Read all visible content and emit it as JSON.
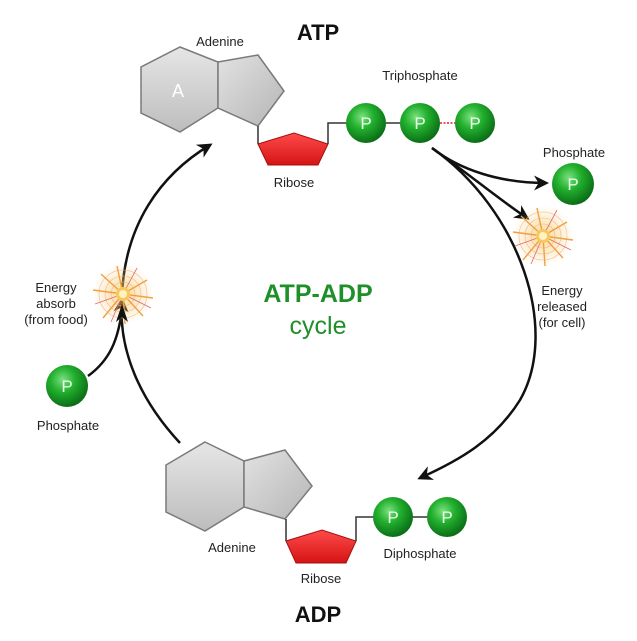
{
  "diagram": {
    "title_atp": "ATP",
    "title_adp": "ADP",
    "center_title": "ATP-ADP",
    "center_subtitle": "cycle",
    "atp": {
      "adenine_label": "Adenine",
      "adenine_letter": "A",
      "ribose_label": "Ribose",
      "phosphate_group_label": "Triphosphate",
      "phosphates": [
        "P",
        "P",
        "P"
      ]
    },
    "adp": {
      "adenine_label": "Adenine",
      "ribose_label": "Ribose",
      "phosphate_group_label": "Diphosphate",
      "phosphates": [
        "P",
        "P"
      ]
    },
    "released": {
      "phosphate_label": "Phosphate",
      "phosphate_letter": "P",
      "energy_label_line1": "Energy",
      "energy_label_line2": "released",
      "energy_label_line3": "(for cell)"
    },
    "absorbed": {
      "phosphate_label": "Phosphate",
      "phosphate_letter": "P",
      "energy_label_line1": "Energy",
      "energy_label_line2": "absorb",
      "energy_label_line3": "(from food)"
    },
    "colors": {
      "phosphate_green": "#1fa32c",
      "ribose_red": "#e8272a",
      "adenine_gray": "#c8c8c8",
      "center_text_green": "#1f8f2a",
      "energy_orange": "#f5b040"
    }
  }
}
